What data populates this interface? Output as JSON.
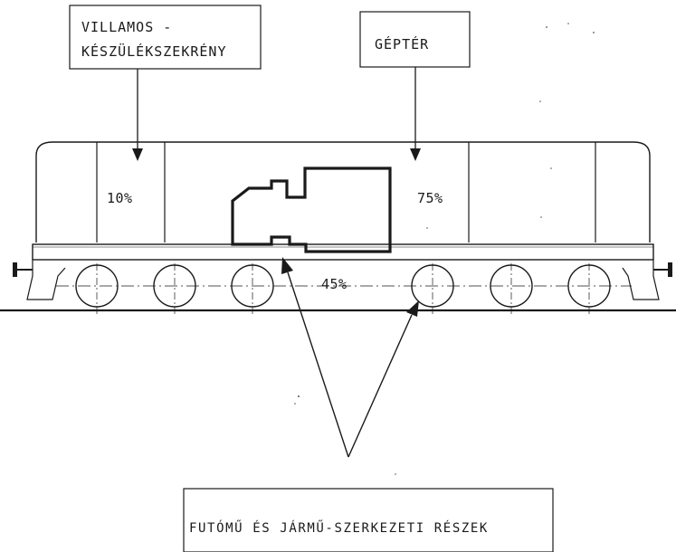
{
  "labels": {
    "electrical_cabinet_line1": "VILLAMOS -",
    "electrical_cabinet_line2": "KÉSZÜLÉKSZEKRÉNY",
    "engine_room": "GÉPTÉR",
    "running_gear": "FUTÓMŰ ÉS JÁRMŰ-SZERKEZETI RÉSZEK"
  },
  "percentages": {
    "electrical_cabinet": "10%",
    "engine_room": "75%",
    "running_gear": "45%"
  },
  "colors": {
    "ink": "#1a1a1a",
    "background": "#ffffff"
  }
}
